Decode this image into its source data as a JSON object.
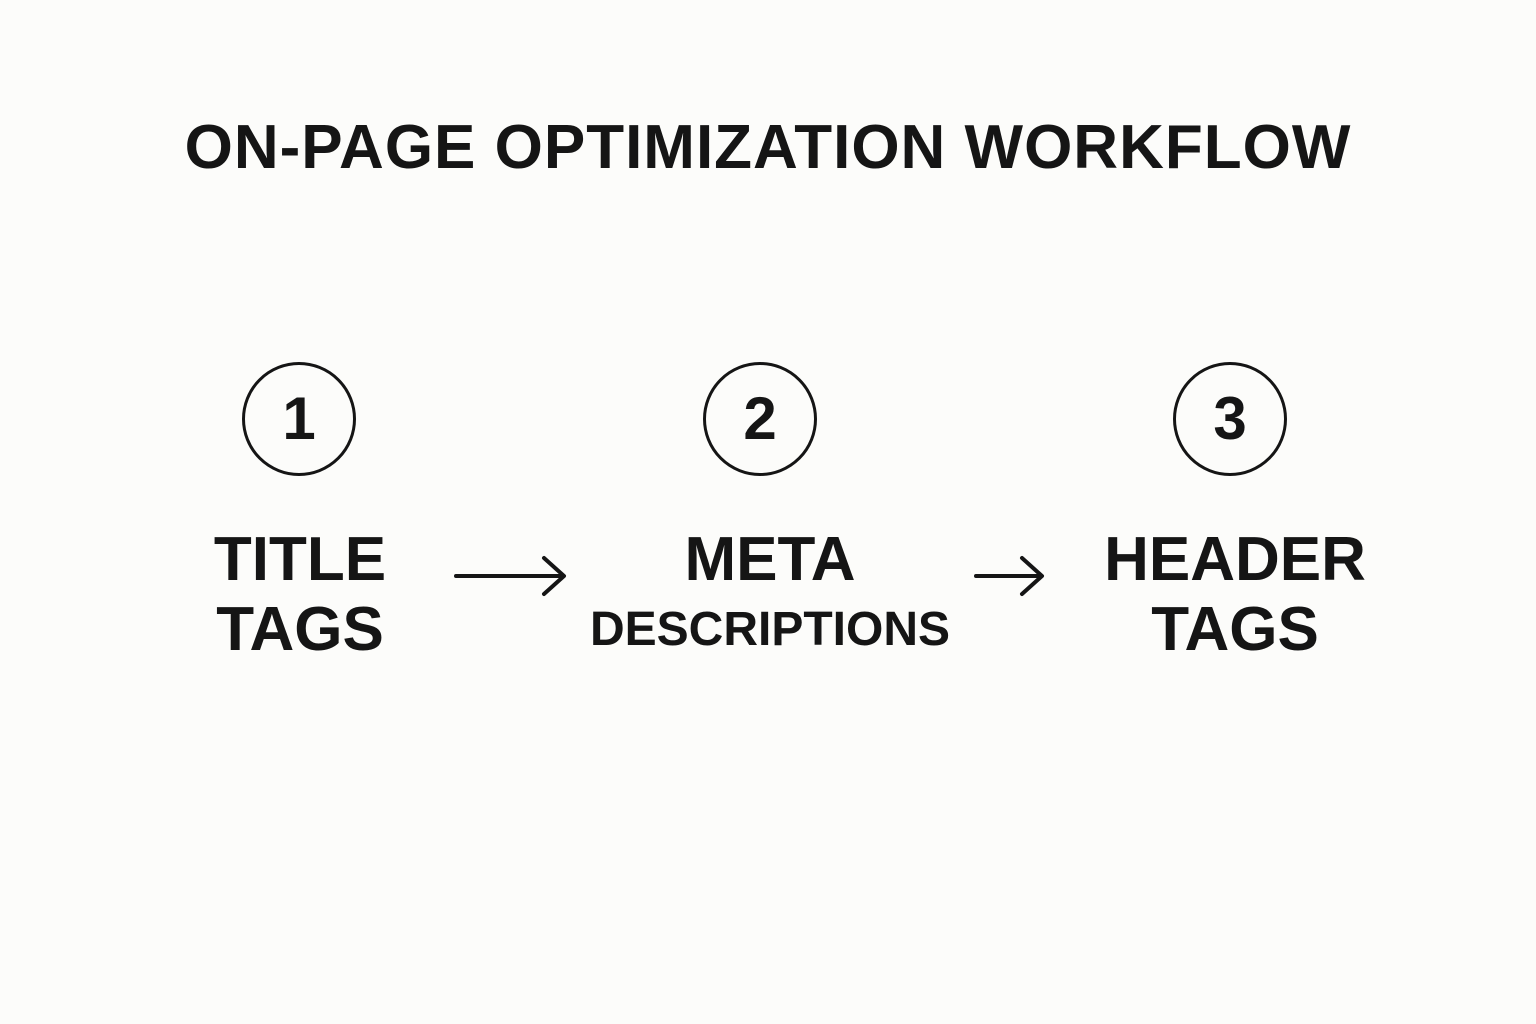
{
  "diagram": {
    "title": "ON-PAGE OPTIMIZATION WORKFLOW",
    "steps": [
      {
        "number": "1",
        "label_line1": "TITLE",
        "label_line2": "TAGS"
      },
      {
        "number": "2",
        "label_line1": "META",
        "label_line2": "DESCRIPTIONS"
      },
      {
        "number": "3",
        "label_line1": "HEADER",
        "label_line2": "TAGS"
      }
    ],
    "colors": {
      "background": "#fcfcfa",
      "ink": "#151515"
    },
    "connectors": [
      "arrow-right-icon",
      "arrow-right-icon"
    ]
  }
}
